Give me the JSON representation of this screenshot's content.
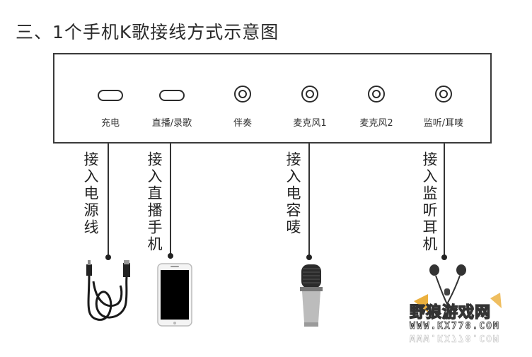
{
  "title": "三、1个手机K歌接线方式示意图",
  "ports": [
    {
      "label": "充电",
      "type": "usb",
      "icon": "usb-port-icon"
    },
    {
      "label": "直播/录歌",
      "type": "usb",
      "icon": "usb-port-icon"
    },
    {
      "label": "伴奏",
      "type": "jack",
      "icon": "audio-jack-icon"
    },
    {
      "label": "麦克风1",
      "type": "jack",
      "icon": "audio-jack-icon"
    },
    {
      "label": "麦克风2",
      "type": "jack",
      "icon": "audio-jack-icon"
    },
    {
      "label": "监听/耳唛",
      "type": "jack",
      "icon": "audio-jack-icon"
    }
  ],
  "connections": [
    {
      "port": "充电",
      "text": "接入电源线",
      "device_icon": "usb-cable-icon"
    },
    {
      "port": "直播/录歌",
      "text": "接入直播手机",
      "device_icon": "smartphone-icon"
    },
    {
      "port": "麦克风1",
      "text": "接入电容唛",
      "device_icon": "condenser-microphone-icon"
    },
    {
      "port": "监听/耳唛",
      "text": "接入监听耳机",
      "device_icon": "earphones-icon"
    }
  ],
  "watermark": {
    "brand": "野狼游戏网",
    "url": "WWW.KX778.COM"
  },
  "colors": {
    "line": "#333333",
    "text": "#222222",
    "panel_border": "#3a3a3a"
  }
}
